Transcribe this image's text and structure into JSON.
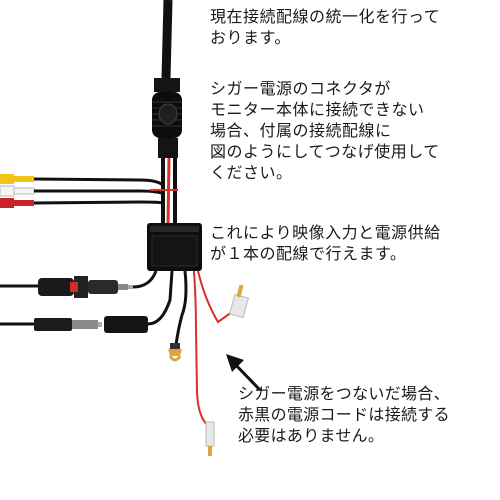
{
  "description": {
    "paragraph1": "現在接続配線の統一化を行って\nおります。",
    "paragraph2": "シガー電源のコネクタが\nモニター本体に接続できない\n場合、付属の接続配線に\n図のようにしてつなげ使用して\nください。",
    "paragraph3": "これにより映像入力と電源供給\nが１本の配線で行えます。"
  },
  "annotation": {
    "text": "シガー電源をつないだ場合、\n赤黒の電源コードは接続する\n必要はありません。"
  },
  "colors": {
    "cable_black": "#111111",
    "wire_red": "#d8302a",
    "rca_yellow": "#f0c419",
    "rca_white": "#f2f2f2",
    "rca_red": "#c8242a",
    "terminal_gold": "#d9a441"
  }
}
